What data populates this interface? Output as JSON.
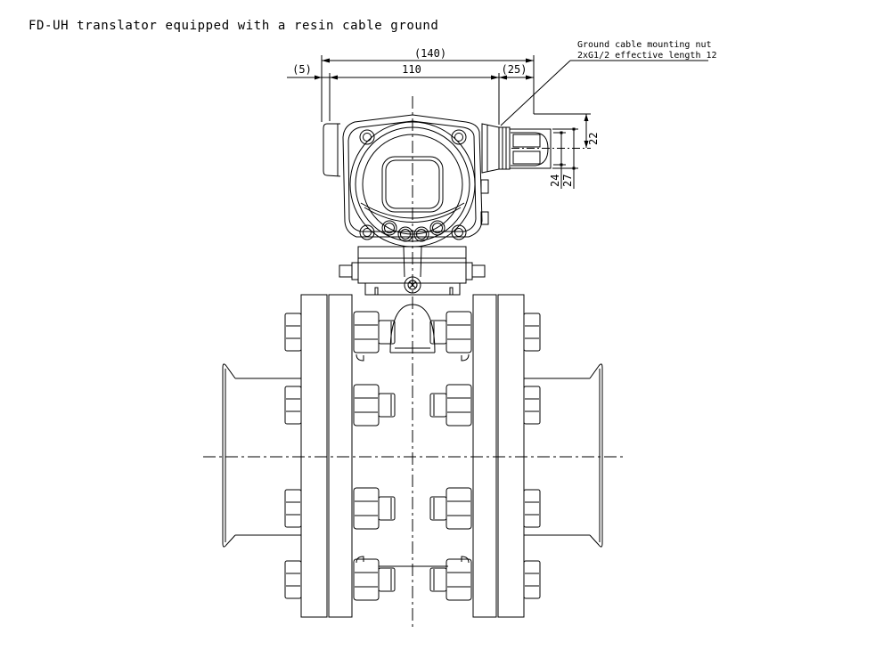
{
  "title": "FD-UH translator equipped with a resin cable ground",
  "annotation": {
    "line1": "Ground cable mounting nut",
    "line2": "2xG1/2 effective length 12"
  },
  "dimensions": {
    "overall_width": "(140)",
    "left_offset": "(5)",
    "body_width": "110",
    "gland_extension": "(25)",
    "gland_height_to_center": "22",
    "gland_across_flats": "24",
    "gland_outer_height": "27"
  },
  "colors": {
    "line": "#000000",
    "background": "#ffffff"
  }
}
